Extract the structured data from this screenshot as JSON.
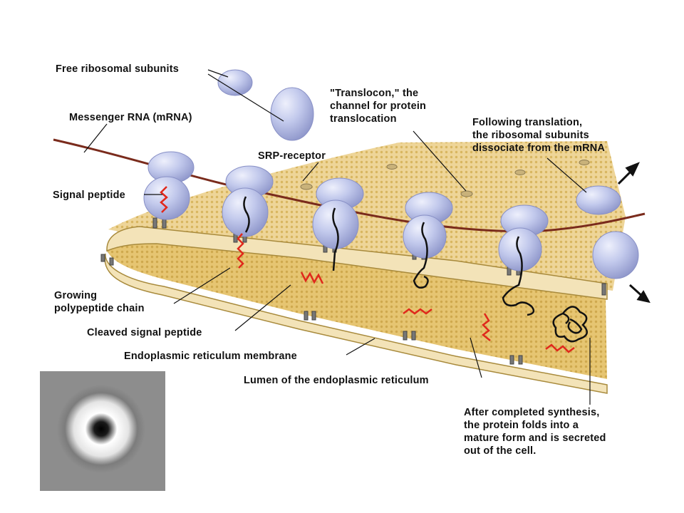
{
  "labels": {
    "free_ribosomal_subunits": "Free ribosomal subunits",
    "messenger_rna": "Messenger RNA (mRNA)",
    "signal_peptide": "Signal peptide",
    "growing_polypeptide_chain": "Growing\npolypeptide chain",
    "cleaved_signal_peptide": "Cleaved signal peptide",
    "er_membrane": "Endoplasmic reticulum membrane",
    "lumen": "Lumen of the endoplasmic reticulum",
    "srp_receptor": "SRP-receptor",
    "translocon": "\"Translocon,\" the\nchannel for protein\ntranslocation",
    "following_translation": "Following translation,\nthe ribosomal subunits\ndissociate from the mRNA",
    "after_synthesis": "After completed synthesis,\nthe protein folds into a\nmature form and is secreted\nout of the cell."
  },
  "colors": {
    "er_surface": "#eed598",
    "er_dots": "#d8b660",
    "er_edge": "#a88a3c",
    "lumen": "#e6c572",
    "membrane_inner": "#f3e3b8",
    "mrna": "#7a2b1c",
    "ribosome": "#b4bde6",
    "ribosome_light": "#e2e6fa",
    "ribosome_dark": "#8890c6",
    "signal_peptide": "#e0281c",
    "polypeptide": "#111111",
    "translocon": "#6d6d6d",
    "inset_background": "#8d8d8d"
  }
}
